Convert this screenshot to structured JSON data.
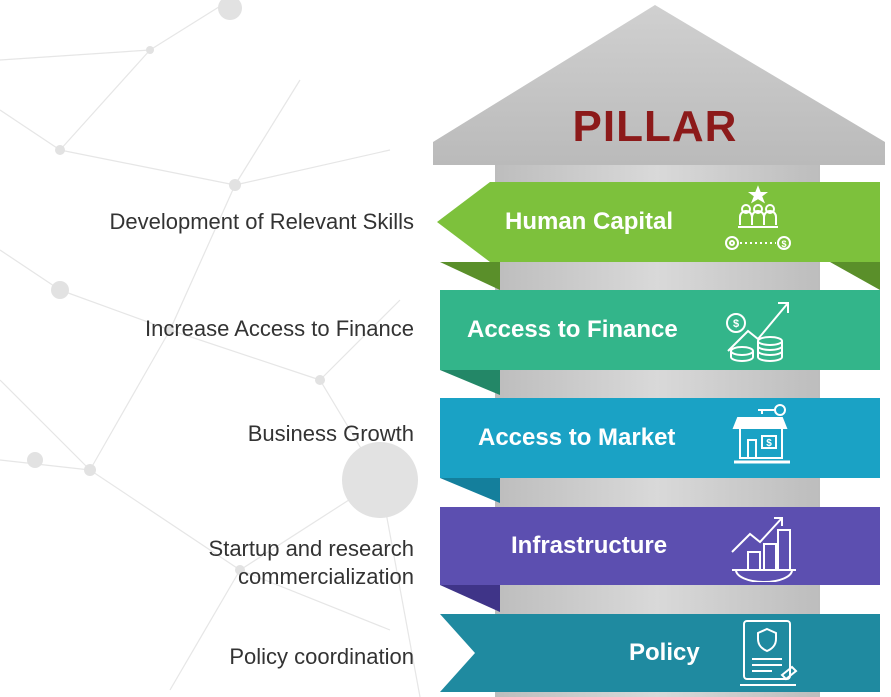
{
  "pillar_title": "PILLAR",
  "colors": {
    "arrow": "#c8c8c8",
    "title": "#8c1a1a",
    "human_capital": "#7dc13c",
    "access_to_finance": "#33b58a",
    "access_to_market": "#1aa2c5",
    "infrastructure": "#5c4fb0",
    "policy": "#1f8aa0"
  },
  "pillars": [
    {
      "label": "Human Capital",
      "icon": "team-skills-icon",
      "outcome": [
        "Development of Relevant Skills"
      ]
    },
    {
      "label": "Access to Finance",
      "icon": "money-growth-icon",
      "outcome": [
        "Increase Access to Finance"
      ]
    },
    {
      "label": "Access to Market",
      "icon": "online-store-icon",
      "outcome": [
        "Business Growth"
      ]
    },
    {
      "label": "Infrastructure",
      "icon": "city-growth-icon",
      "outcome": [
        "Startup and research",
        "commercialization"
      ]
    },
    {
      "label": "Policy",
      "icon": "policy-document-icon",
      "outcome": [
        "Policy coordination"
      ]
    }
  ]
}
